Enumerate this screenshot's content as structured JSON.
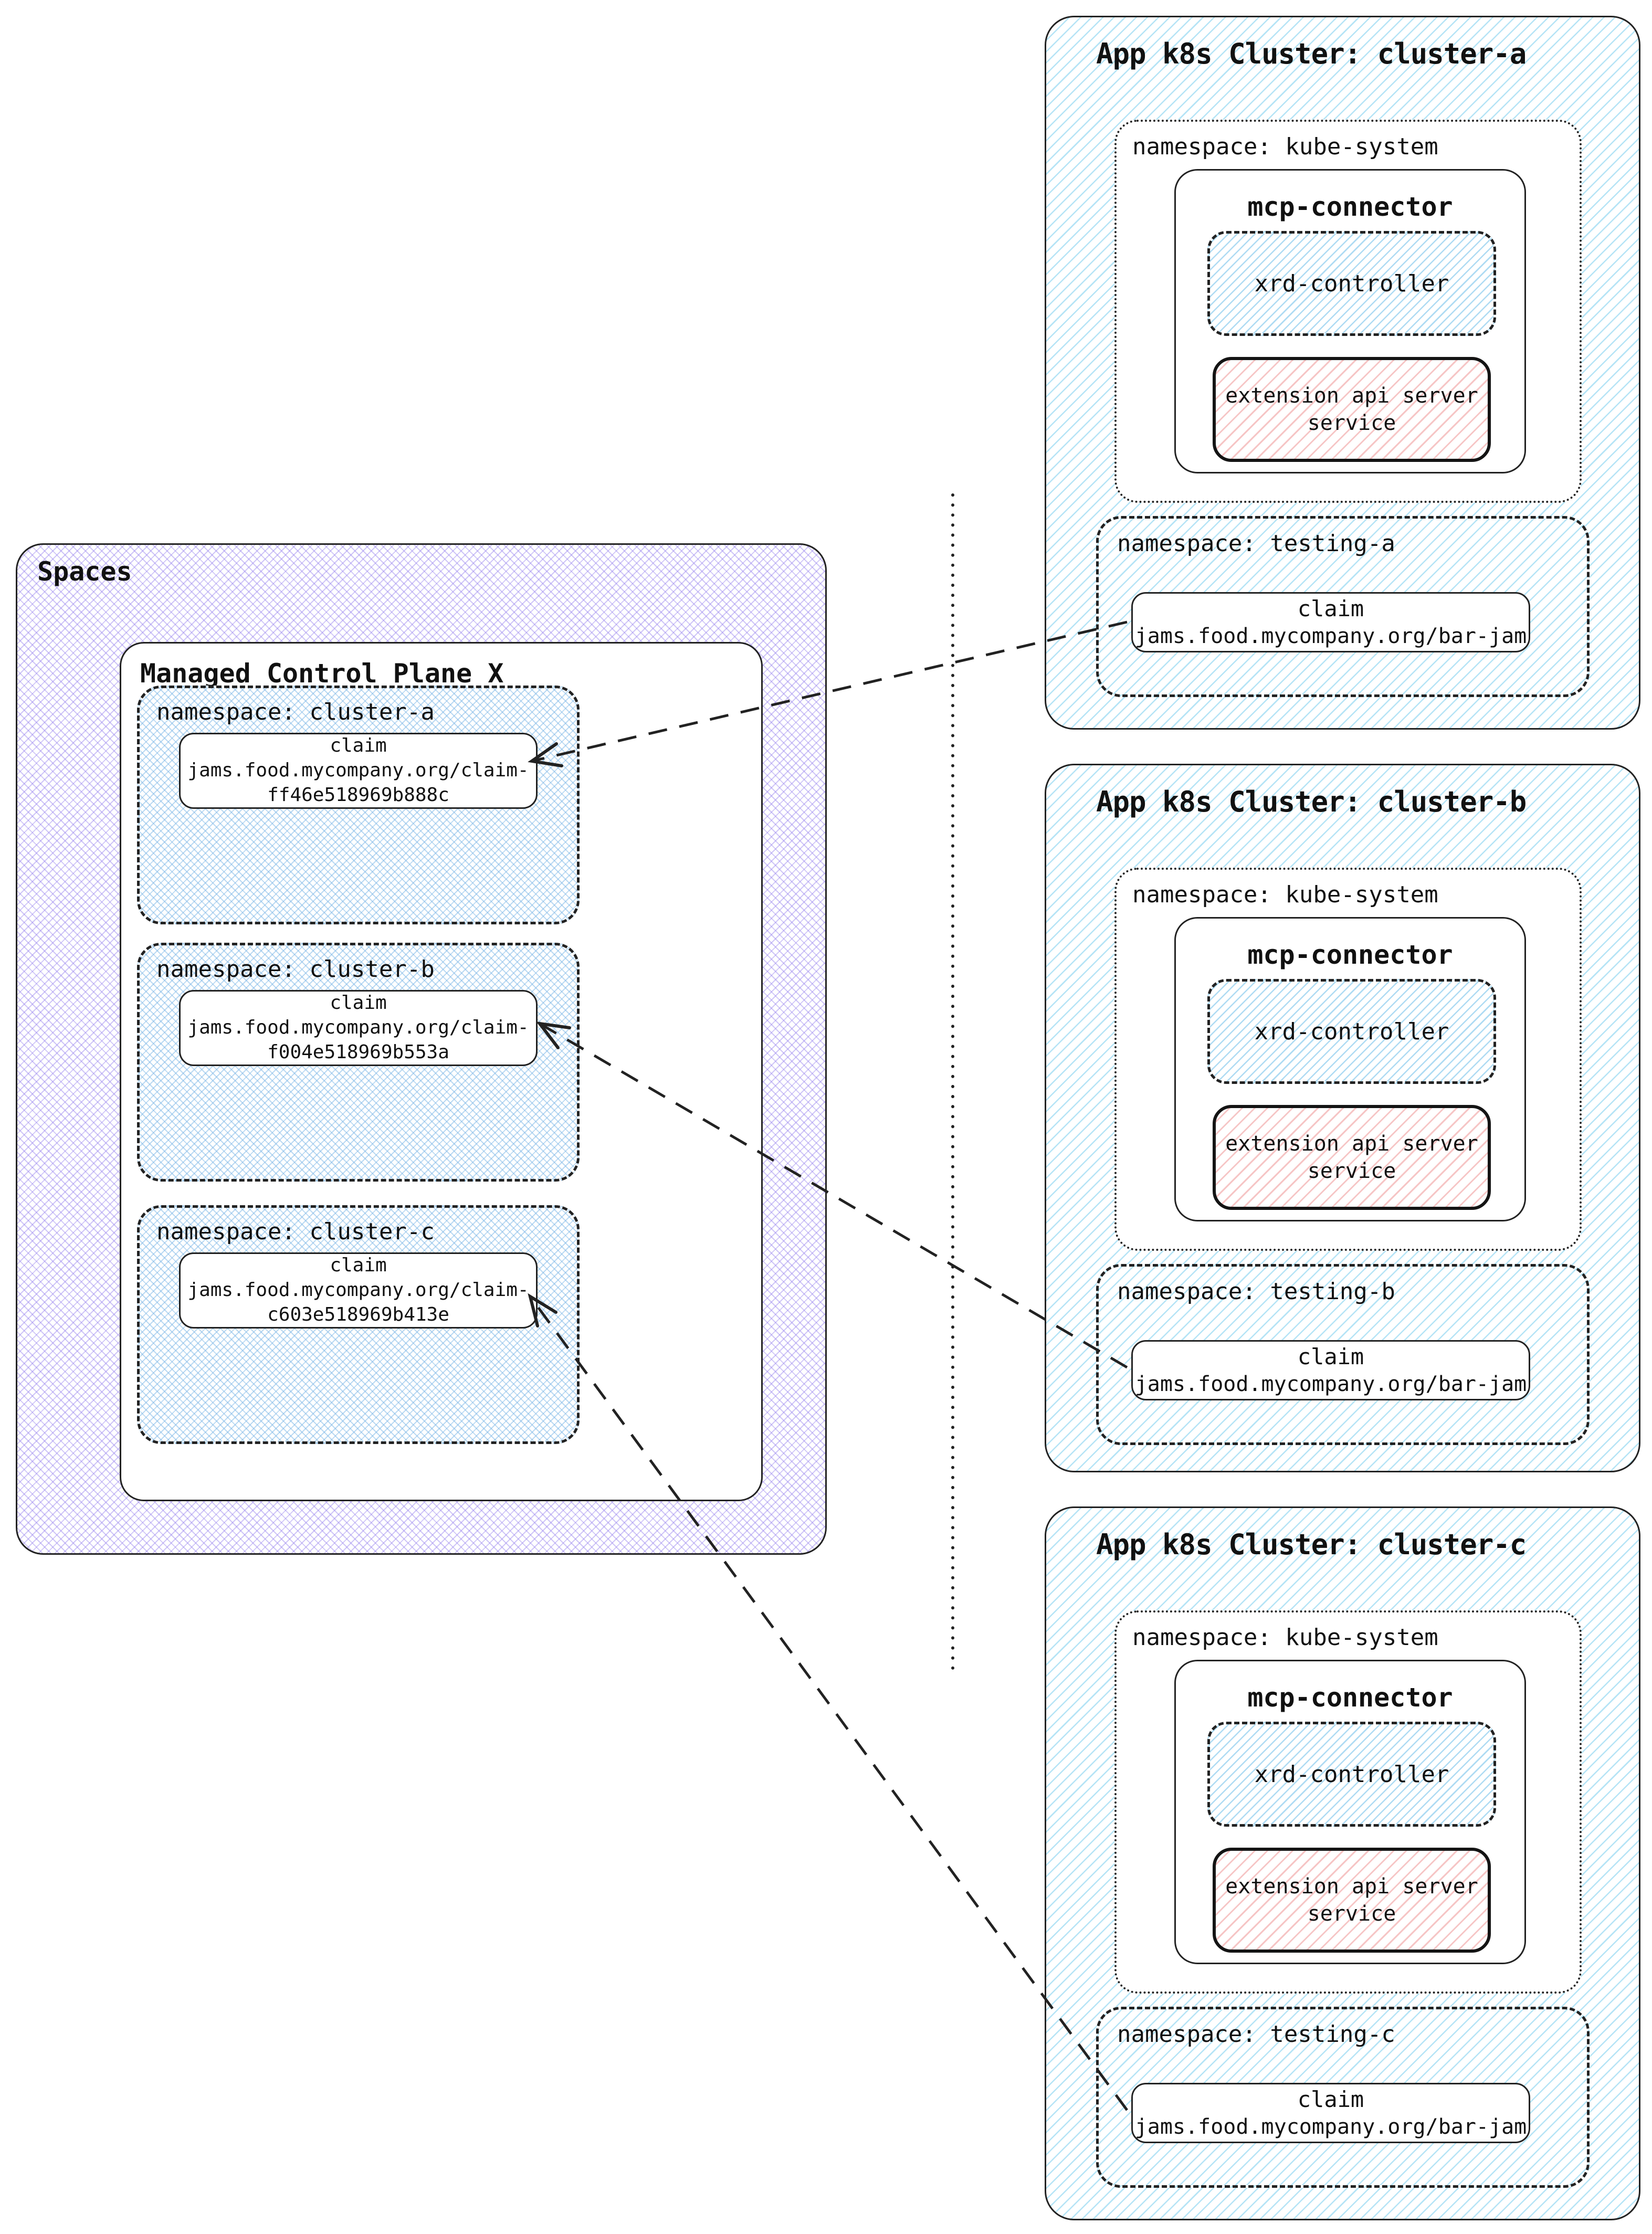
{
  "spaces": {
    "title": "Spaces",
    "control_plane": {
      "title": "Managed Control Plane X",
      "namespaces": [
        {
          "label": "namespace: cluster-a",
          "claim": {
            "title": "claim",
            "line1": "jams.food.mycompany.org/claim-",
            "line2": "ff46e518969b888c"
          }
        },
        {
          "label": "namespace: cluster-b",
          "claim": {
            "title": "claim",
            "line1": "jams.food.mycompany.org/claim-",
            "line2": "f004e518969b553a"
          }
        },
        {
          "label": "namespace: cluster-c",
          "claim": {
            "title": "claim",
            "line1": "jams.food.mycompany.org/claim-",
            "line2": "c603e518969b413e"
          }
        }
      ]
    }
  },
  "clusters": [
    {
      "title": "App k8s Cluster: cluster-a",
      "kube_namespace": {
        "label": "namespace: kube-system",
        "mcp_connector": {
          "title": "mcp-connector",
          "xrd_controller": "xrd-controller",
          "extension_line1": "extension api server",
          "extension_line2": "service"
        }
      },
      "testing_namespace": {
        "label": "namespace: testing-a",
        "claim": {
          "title": "claim",
          "name": "jams.food.mycompany.org/bar-jam"
        }
      }
    },
    {
      "title": "App k8s Cluster: cluster-b",
      "kube_namespace": {
        "label": "namespace: kube-system",
        "mcp_connector": {
          "title": "mcp-connector",
          "xrd_controller": "xrd-controller",
          "extension_line1": "extension api server",
          "extension_line2": "service"
        }
      },
      "testing_namespace": {
        "label": "namespace: testing-b",
        "claim": {
          "title": "claim",
          "name": "jams.food.mycompany.org/bar-jam"
        }
      }
    },
    {
      "title": "App k8s Cluster: cluster-c",
      "kube_namespace": {
        "label": "namespace: kube-system",
        "mcp_connector": {
          "title": "mcp-connector",
          "xrd_controller": "xrd-controller",
          "extension_line1": "extension api server",
          "extension_line2": "service"
        }
      },
      "testing_namespace": {
        "label": "namespace: testing-c",
        "claim": {
          "title": "claim",
          "name": "jams.food.mycompany.org/bar-jam"
        }
      }
    }
  ],
  "edges": [
    {
      "from": "cluster-a / namespace: testing-a / claim jams.food.mycompany.org/bar-jam",
      "to": "Managed Control Plane X / namespace: cluster-a / claim jams.food.mycompany.org/claim-ff46e518969b888c",
      "style": "dashed-open-arrow"
    },
    {
      "from": "cluster-b / namespace: testing-b / claim jams.food.mycompany.org/bar-jam",
      "to": "Managed Control Plane X / namespace: cluster-b / claim jams.food.mycompany.org/claim-f004e518969b553a",
      "style": "dashed-open-arrow"
    },
    {
      "from": "cluster-c / namespace: testing-c / claim jams.food.mycompany.org/bar-jam",
      "to": "Managed Control Plane X / namespace: cluster-c / claim jams.food.mycompany.org/claim-c603e518969b413e",
      "style": "dashed-open-arrow"
    }
  ],
  "colors": {
    "purple_hatch": "#9682ee",
    "blue_cross_hatch": "#78b4e6",
    "blue_diag_hatch": "#78cdee",
    "pink_hatch": "#ee8c8c",
    "line": "#222222",
    "background": "#ffffff"
  }
}
